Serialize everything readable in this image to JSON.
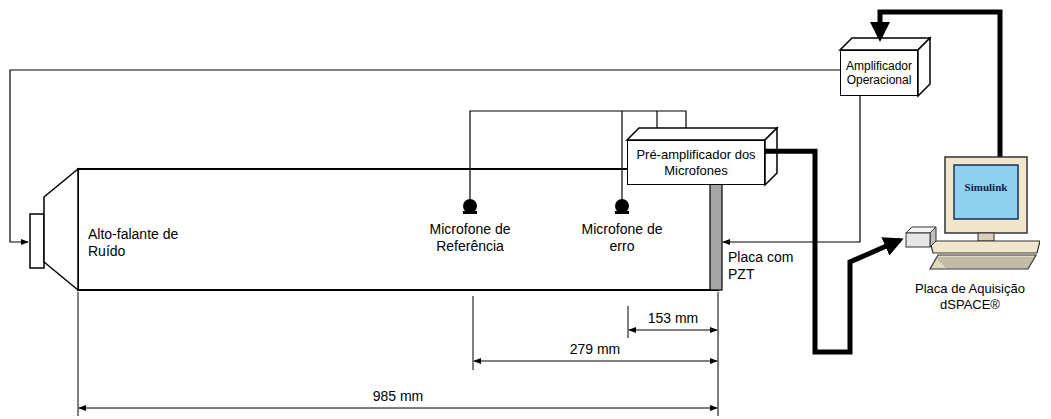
{
  "diagram": {
    "nodes": [
      {
        "text": [
          "Amplificador Operacional"
        ]
      },
      {
        "text": [
          "Pré-amplificador dos Microfones"
        ]
      },
      {
        "text": [
          "Simulink",
          "Placa de Aquisição dSPACE®"
        ]
      }
    ],
    "edges": [
      {
        "from": 1,
        "to": 2,
        "arrow": "to"
      },
      {
        "from": 2,
        "to": 0,
        "arrow": "to"
      }
    ],
    "labels": [
      "Alto-falante de Ruído",
      "Microfone de Referência",
      "Microfone de erro",
      "Placa com PZT",
      "153 mm",
      "279 mm",
      "985 mm"
    ]
  }
}
